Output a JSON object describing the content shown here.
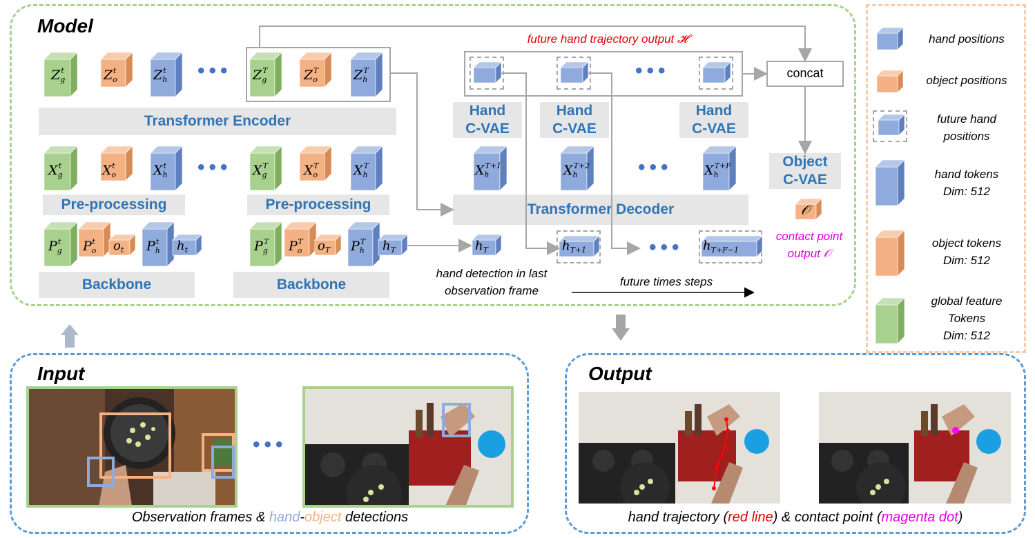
{
  "model": {
    "title": "Model",
    "transformer_encoder": "Transformer Encoder",
    "pre_processing_1": "Pre-processing",
    "pre_processing_2": "Pre-processing",
    "backbone_1": "Backbone",
    "backbone_2": "Backbone",
    "transformer_decoder": "Transformer Decoder",
    "hand_cvae": "Hand C-VAE",
    "object_cvae": "Object C-VAE",
    "concat": "concat",
    "future_output_label": "future hand trajectory output",
    "future_output_symbol": "𝓗",
    "contact_label": "contact point output",
    "contact_symbol": "𝒪",
    "object_symbol": "𝒪",
    "hand_detection_label": "hand detection in last observation frame",
    "future_steps_label": "future times steps"
  },
  "legend": {
    "hand_positions": "hand positions",
    "object_positions": "object positions",
    "future_hand_positions": "future hand positions",
    "hand_tokens": "hand tokens",
    "hand_tokens_dim": "Dim: 512",
    "object_tokens": "object tokens",
    "object_tokens_dim": "Dim: 512",
    "global_tokens": "global feature Tokens",
    "global_tokens_dim": "Dim: 512"
  },
  "input": {
    "title": "Input",
    "caption_a": "Observation  frames & ",
    "caption_hand": "hand",
    "caption_dash": "-",
    "caption_object": "object",
    "caption_b": " detections"
  },
  "output": {
    "title": "Output",
    "caption_a": "hand trajectory (",
    "caption_red": "red line",
    "caption_b": ") & contact point (",
    "caption_mag": "magenta dot",
    "caption_c": ")"
  },
  "colors": {
    "green": "#a9d18e",
    "orange": "#f4b183",
    "blue": "#8faadc",
    "accent_blue": "#2e75b6",
    "red": "#e00000",
    "magenta": "#e000e0"
  }
}
